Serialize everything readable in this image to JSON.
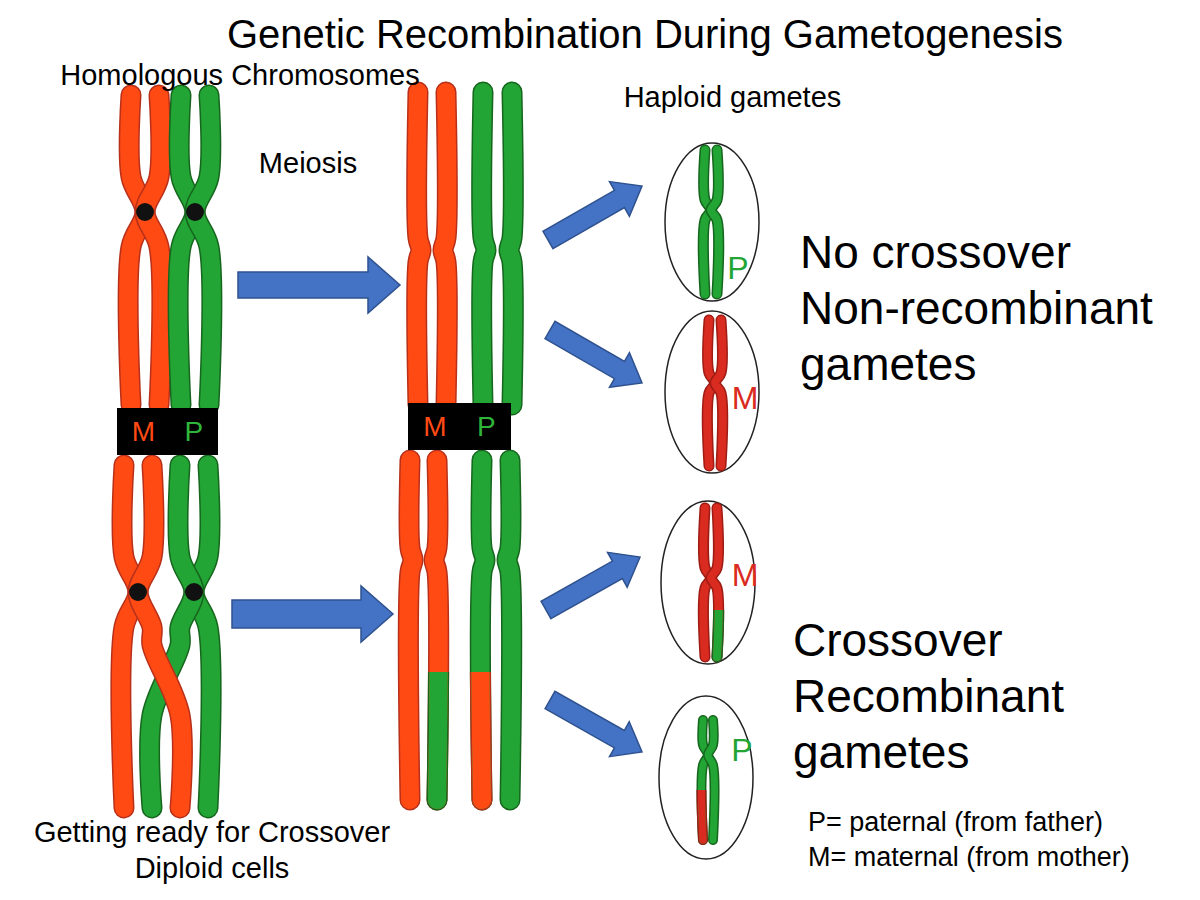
{
  "diagram": {
    "title": "Genetic Recombination During Gametogenesis",
    "nodes": [
      {
        "text": [
          "M",
          "P"
        ]
      },
      {
        "text": [
          "M",
          "P"
        ]
      },
      {
        "text": [
          "P"
        ]
      },
      {
        "text": [
          "M"
        ]
      },
      {
        "text": [
          "M"
        ]
      },
      {
        "text": [
          "P"
        ]
      }
    ],
    "labels": [
      "Homologous Chromosomes",
      "Meiosis",
      "Haploid gametes",
      "No crossover Non-recombinant gametes",
      "Crossover Recombinant gametes",
      "Getting ready for Crossover",
      "Diploid cells",
      "P= paternal (from father)",
      "M= maternal (from mother)"
    ]
  }
}
